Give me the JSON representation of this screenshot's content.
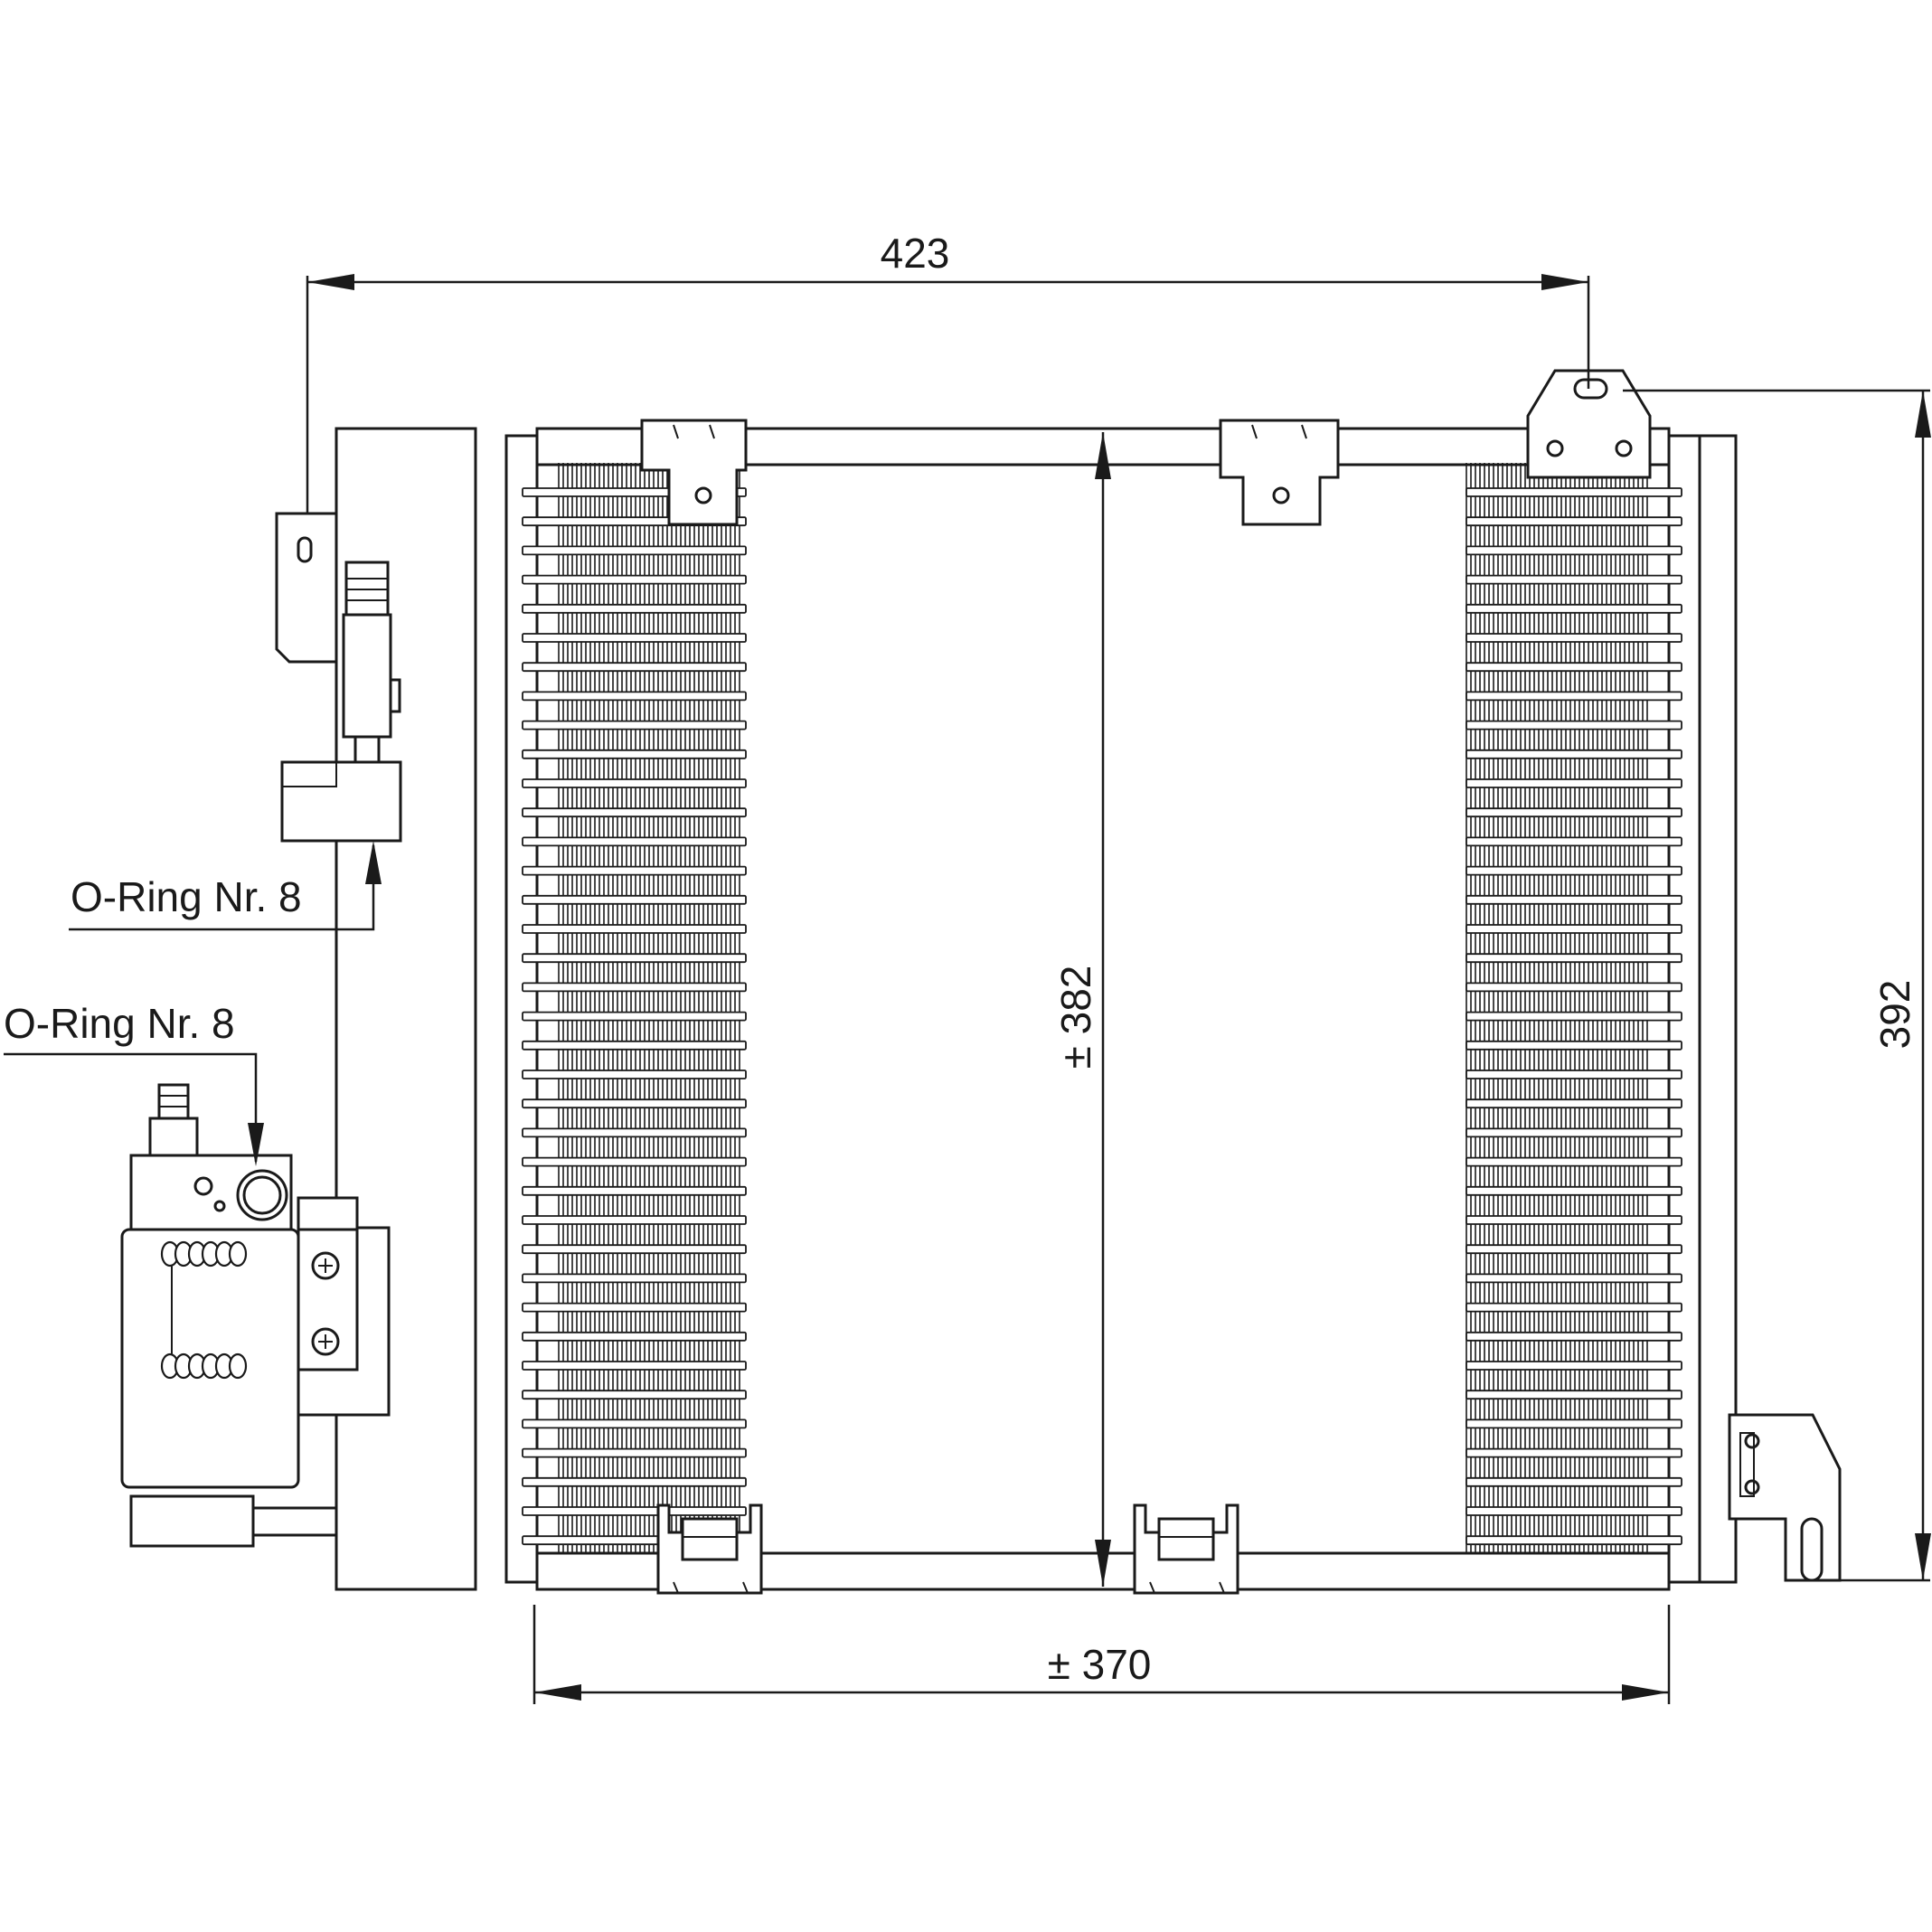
{
  "dimensions": {
    "width_top": "423",
    "height_core": "± 382",
    "height_total": "392",
    "width_bottom": "± 370"
  },
  "callouts": {
    "oring_upper": "O-Ring Nr. 8",
    "oring_lower": "O-Ring Nr. 8"
  },
  "colors": {
    "line": "#1a1a1a",
    "background": "#ffffff"
  }
}
